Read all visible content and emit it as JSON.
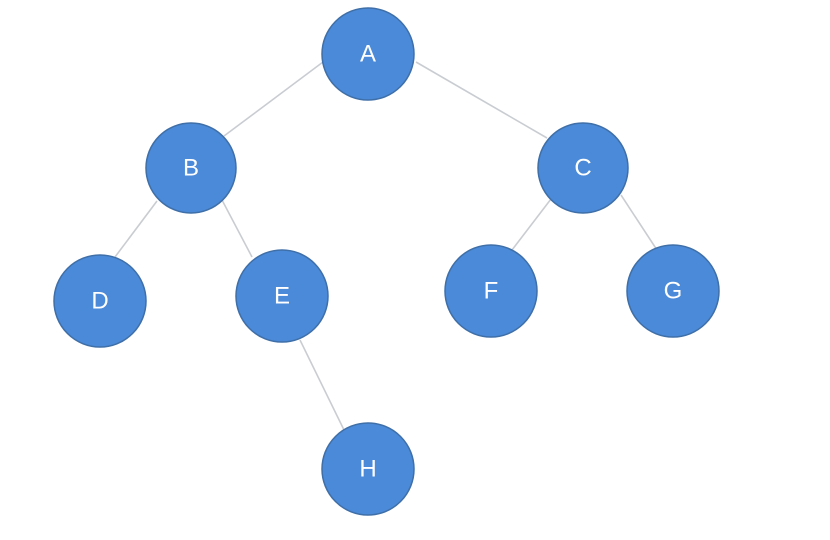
{
  "diagram": {
    "type": "binary-tree",
    "colors": {
      "node_fill": "#4a8ad8",
      "node_stroke": "#3f6fa8",
      "edge": "#c9cdd2",
      "label": "#ffffff"
    },
    "nodes": [
      {
        "id": "A",
        "label": "A"
      },
      {
        "id": "B",
        "label": "B"
      },
      {
        "id": "C",
        "label": "C"
      },
      {
        "id": "D",
        "label": "D"
      },
      {
        "id": "E",
        "label": "E"
      },
      {
        "id": "F",
        "label": "F"
      },
      {
        "id": "G",
        "label": "G"
      },
      {
        "id": "H",
        "label": "H"
      }
    ],
    "edges": [
      {
        "from": "A",
        "to": "B"
      },
      {
        "from": "A",
        "to": "C"
      },
      {
        "from": "B",
        "to": "D"
      },
      {
        "from": "B",
        "to": "E"
      },
      {
        "from": "C",
        "to": "F"
      },
      {
        "from": "C",
        "to": "G"
      },
      {
        "from": "E",
        "to": "H"
      }
    ]
  }
}
